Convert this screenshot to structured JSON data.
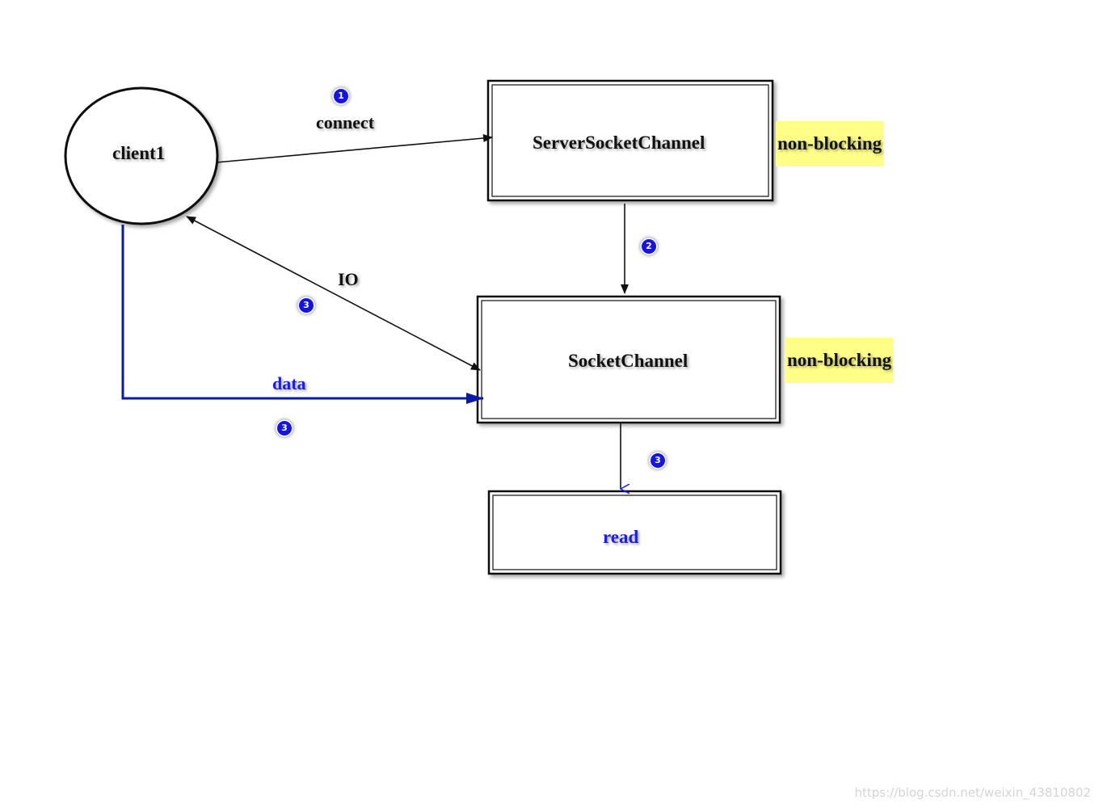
{
  "nodes": {
    "client": "client1",
    "server_channel": "ServerSocketChannel",
    "socket_channel": "SocketChannel",
    "read": "read"
  },
  "badges": {
    "server_mode": "non-blocking",
    "socket_mode": "non-blocking"
  },
  "edges": {
    "connect": "connect",
    "io": "IO",
    "data": "data"
  },
  "steps": {
    "connect": "1",
    "accept": "2",
    "io": "3",
    "data": "3",
    "read": "3"
  },
  "colors": {
    "box_border": "#111111",
    "flow_blue": "#0a1aa8",
    "label_blue": "#1a1aff",
    "highlight": "#ffff88",
    "step_badge": "#1414e6"
  },
  "watermark": "https://blog.csdn.net/weixin_43810802"
}
